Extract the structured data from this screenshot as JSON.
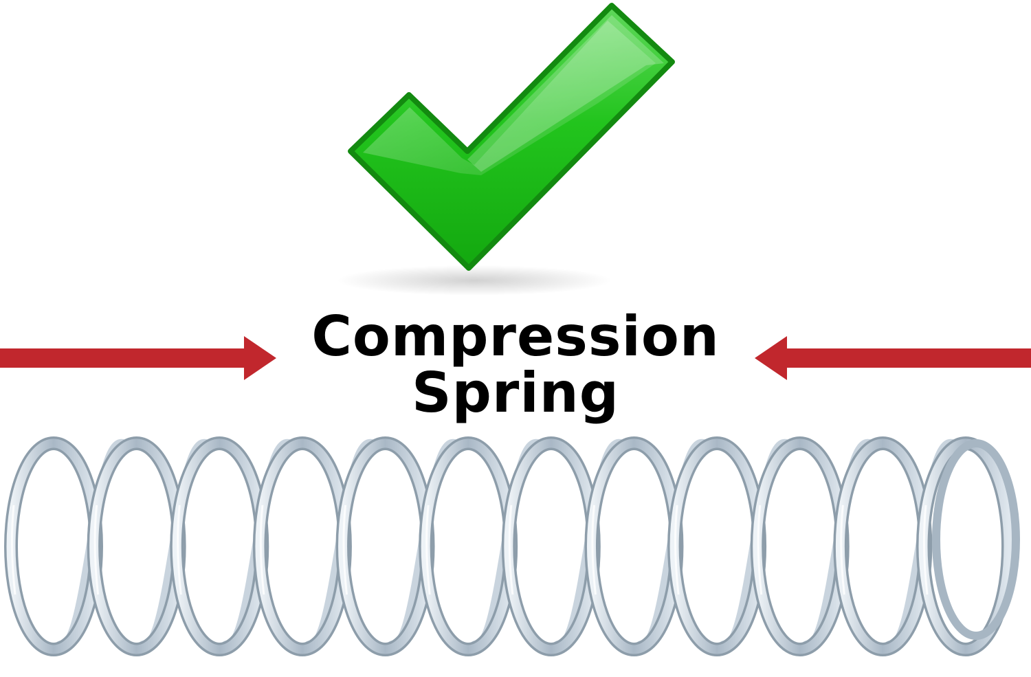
{
  "caption": {
    "line1": "Compression",
    "line2": "Spring"
  },
  "icons": {
    "checkmark": "checkmark-icon",
    "left_arrow": "right-pointing-arrow-icon",
    "right_arrow": "left-pointing-arrow-icon",
    "spring": "compression-spring-image"
  },
  "colors": {
    "background": "#ffffff",
    "check_green": "#17b814",
    "check_outline": "#148a12",
    "arrow_red": "#c1272d",
    "text": "#000000",
    "spring_steel": "#b9c7d3"
  }
}
